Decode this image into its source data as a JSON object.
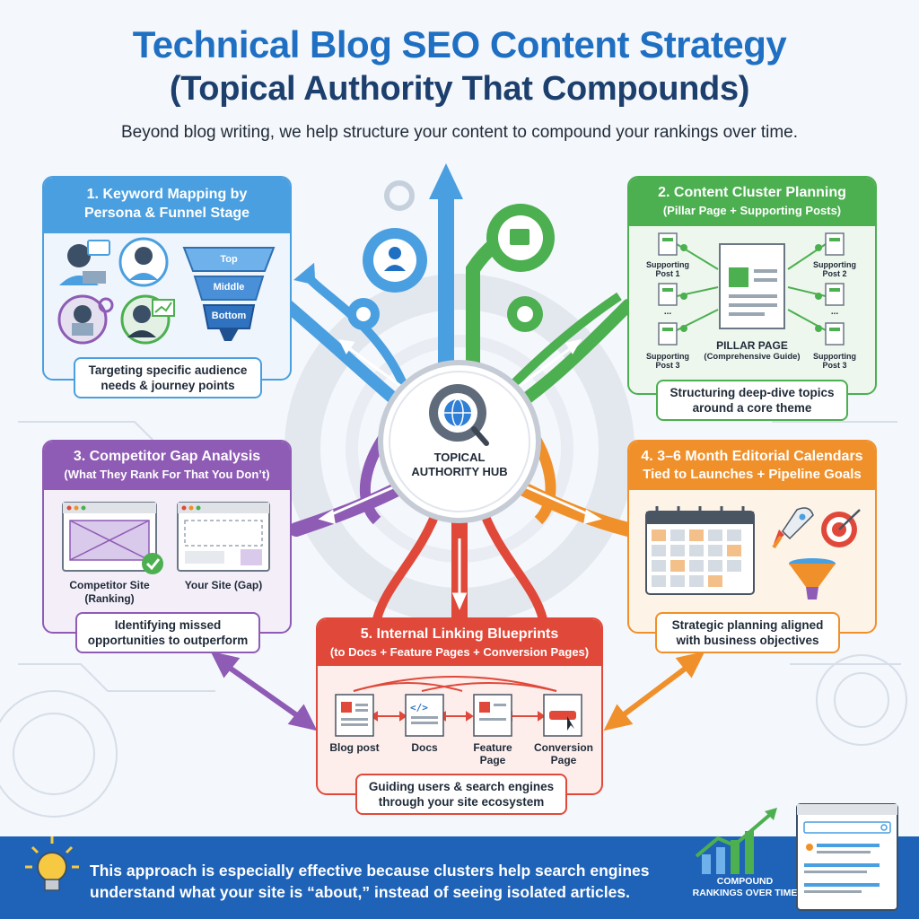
{
  "header": {
    "title_line1": "Technical Blog SEO Content Strategy",
    "title_line2": "(Topical Authority That Compounds)",
    "subtitle": "Beyond blog writing, we help structure your content to compound your rankings over time."
  },
  "hub": {
    "label": "TOPICAL AUTHORITY HUB"
  },
  "panels": {
    "keyword_mapping": {
      "title": "1. Keyword Mapping by Persona & Funnel Stage",
      "funnel": [
        "Top",
        "Middle",
        "Bottom"
      ],
      "caption": "Targeting specific audience needs & journey points",
      "color": "#4a9fe0"
    },
    "content_cluster": {
      "title": "2. Content Cluster Planning",
      "subtitle": "(Pillar Page + Supporting Posts)",
      "pillar_title": "PILLAR PAGE",
      "pillar_subtitle": "(Comprehensive Guide)",
      "supporting": [
        "Supporting Post 1",
        "Supporting Post 2",
        "Supporting Post 3",
        "Supporting Post 3"
      ],
      "ellipsis": "...",
      "caption": "Structuring deep-dive topics around a core theme",
      "color": "#4caf50"
    },
    "competitor_gap": {
      "title": "3. Competitor Gap Analysis",
      "subtitle": "(What They Rank For That You Don’t)",
      "competitor_label": "Competitor Site (Ranking)",
      "your_label": "Your Site (Gap)",
      "caption": "Identifying missed opportunities to outperform",
      "color": "#8e5bb5"
    },
    "editorial": {
      "title": "4. 3–6 Month Editorial Calendars",
      "subtitle": "Tied to Launches + Pipeline Goals",
      "caption": "Strategic planning aligned with business objectives",
      "color": "#f0902a"
    },
    "internal_linking": {
      "title": "5. Internal Linking Blueprints",
      "subtitle": "(to Docs + Feature Pages + Conversion Pages)",
      "nodes": [
        "Blog post",
        "Docs",
        "Feature Page",
        "Conversion Page"
      ],
      "caption": "Guiding users & search engines through your site ecosystem",
      "color": "#e0493a"
    }
  },
  "footer": {
    "text": "This approach is especially effective because clusters help search engines understand what your site is “about,” instead of seeing isolated articles.",
    "badge": "COMPOUND RANKINGS OVER TIME",
    "background": "#1e63b8"
  }
}
